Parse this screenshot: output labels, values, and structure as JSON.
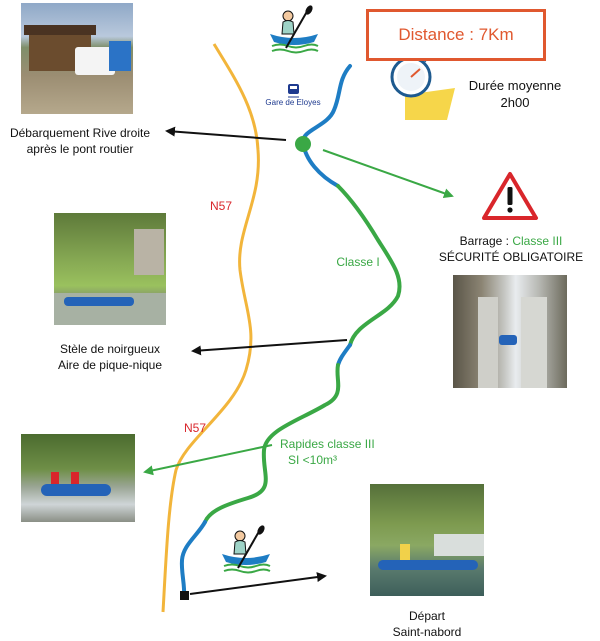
{
  "distance": {
    "text": "Distance : 7Km"
  },
  "duration": {
    "line1": "Durée moyenne",
    "line2": "2h00"
  },
  "station": {
    "label": "Gare de Eloyes"
  },
  "road_labels": {
    "upper": "N57",
    "lower": "N57"
  },
  "segments": {
    "classe1": "Classe I",
    "rapides_line1": "Rapides classe III",
    "rapides_line2": "SI <10m³"
  },
  "barrage": {
    "prefix": "Barrage : ",
    "classe": "Classe III",
    "securite": "SÉCURITÉ OBLIGATOIRE"
  },
  "debarquement": {
    "line1": "Débarquement Rive droite",
    "line2": "après le pont routier"
  },
  "stele": {
    "line1": "Stèle de noirgueux",
    "line2": "Aire de pique-nique"
  },
  "depart": {
    "line1": "Départ",
    "line2": "Saint-nabord"
  },
  "colors": {
    "river_blue": "#1e7dc4",
    "river_green": "#3aa845",
    "road": "#f2b53b",
    "accent": "#e0582f",
    "warning_red": "#d9262b",
    "yellow": "#f6d64a"
  }
}
